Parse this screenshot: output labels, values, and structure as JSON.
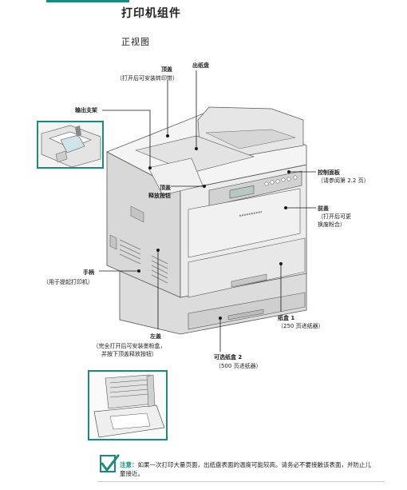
{
  "page": {
    "title": "打印机组件",
    "section": "正视图"
  },
  "callouts": {
    "top_cover": {
      "name": "顶盖",
      "desc": "（打开后可安装转印带）"
    },
    "output_tray": {
      "name": "出纸盘",
      "desc": ""
    },
    "output_support": {
      "name": "输出支架",
      "desc": ""
    },
    "top_release": {
      "name1": "顶盖",
      "name2": "释放按钮"
    },
    "control_panel": {
      "name": "控制面板",
      "desc": "（请参阅第 2.2 页）"
    },
    "front_cover": {
      "name": "前盖",
      "desc1": "（打开后可更",
      "desc2": "换废粉合）"
    },
    "handle": {
      "name": "手柄",
      "desc": "（用于提起打印机）"
    },
    "tray1": {
      "name": "纸盒 1",
      "desc": "（250 页进纸器）"
    },
    "left_cover": {
      "name": "左盖",
      "desc1": "（完全打开后可安装墨粉盒，",
      "desc2": "并按下顶盖释放按钮）"
    },
    "tray2": {
      "name": "可选纸盒 2",
      "desc": "（500 页进纸器）"
    }
  },
  "note": {
    "heading": "注意：",
    "text": "如果一次打印大量页面，出纸盘表面的温度可能较高。请务必不要接触该表面，并防止儿童接近。"
  },
  "icons": [
    "checkmark-note-icon"
  ],
  "colors": {
    "accent": "#1a8a7a",
    "printer_body": "#e9e9e9",
    "printer_line": "#555555"
  }
}
